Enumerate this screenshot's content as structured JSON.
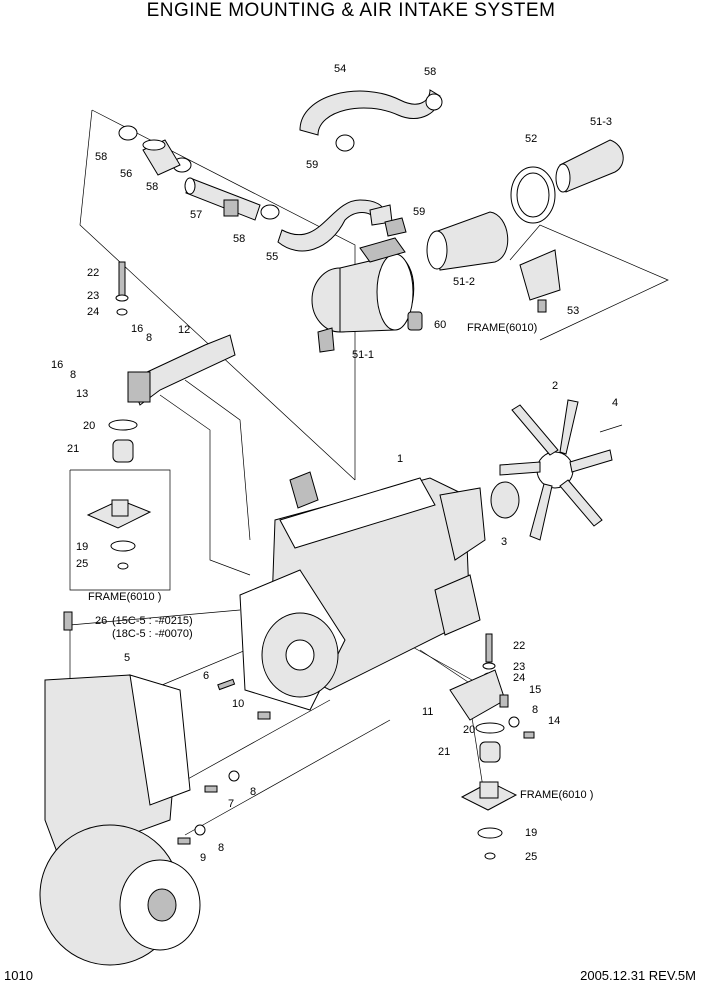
{
  "title": "ENGINE MOUNTING & AIR INTAKE SYSTEM",
  "page_number": "1010",
  "revision": "2005.12.31  REV.5M",
  "frame_label": "FRAME(6010)",
  "frame_label_spaced": "FRAME(6010 )",
  "note_26_a": "(15C-5 : -#0215)",
  "note_26_b": "(18C-5 : -#0070)",
  "callouts": [
    "54",
    "58",
    "58",
    "59",
    "56",
    "58",
    "57",
    "58",
    "55",
    "59",
    "52",
    "51-3",
    "51-2",
    "53",
    "60",
    "51-1",
    "22",
    "23",
    "24",
    "16",
    "8",
    "12",
    "16",
    "8",
    "13",
    "20",
    "21",
    "19",
    "25",
    "2",
    "4",
    "1",
    "3",
    "26",
    "5",
    "22",
    "23",
    "24",
    "15",
    "6",
    "10",
    "11",
    "8",
    "14",
    "20",
    "21",
    "8",
    "7",
    "8",
    "9",
    "19",
    "25"
  ]
}
